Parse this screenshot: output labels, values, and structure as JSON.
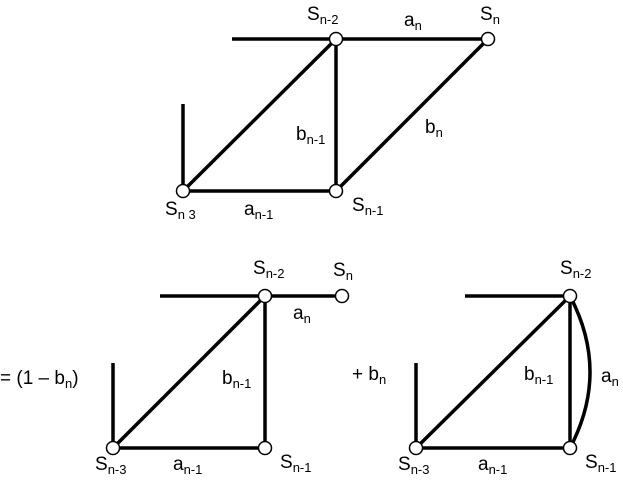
{
  "top": {
    "nodes": {
      "s_n2": "n-2",
      "s_n": "n",
      "s_n1": "n-1",
      "s_n3": "n 3"
    },
    "edges": {
      "a_n": "n",
      "b_n1": "n-1",
      "b_n": "n",
      "a_n1": "n-1"
    }
  },
  "bottom_left": {
    "prefix": "= (1 – b",
    "prefix_sub": "n",
    "prefix_close": ")",
    "nodes": {
      "s_n2": "n-2",
      "s_n": "n",
      "s_n1": "n-1",
      "s_n3": "n-3"
    },
    "edges": {
      "a_n": "n",
      "b_n1": "n-1",
      "a_n1": "n-1"
    }
  },
  "bottom_right": {
    "prefix": "+ b",
    "prefix_sub": "n",
    "nodes": {
      "s_n2": "n-2",
      "s_n1": "n-1",
      "s_n3": "n-3"
    },
    "edges": {
      "b_n1": "n-1",
      "a_n": "n",
      "a_n1": "n-1"
    }
  },
  "glyphs": {
    "s": "S",
    "a": "a",
    "b": "b"
  }
}
